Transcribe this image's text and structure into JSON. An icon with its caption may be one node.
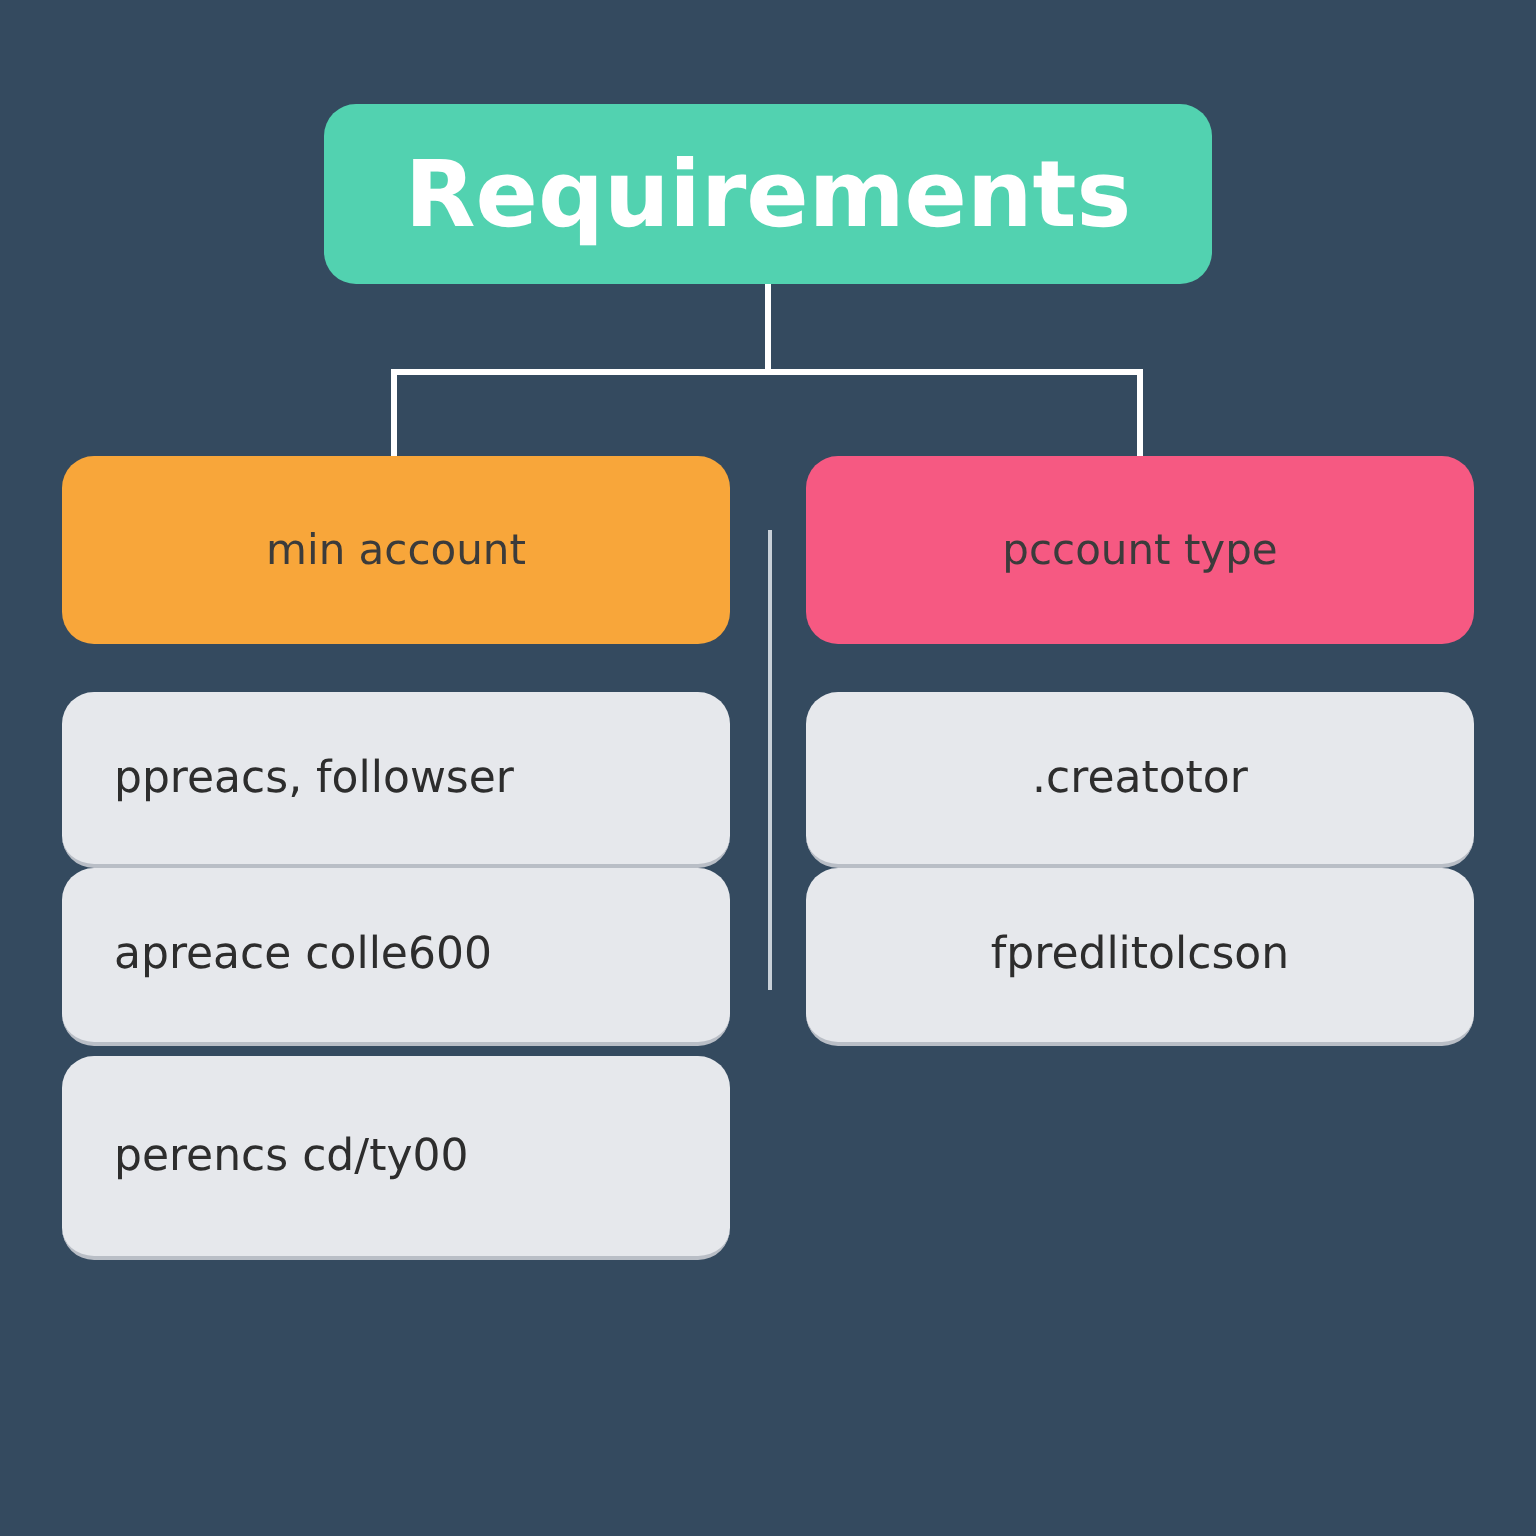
{
  "diagram": {
    "nodes": [
      {
        "text": [
          "Requirements"
        ]
      },
      {
        "text": [
          "min account"
        ]
      },
      {
        "text": [
          "pccount type"
        ]
      },
      {
        "text": [
          "ppreacs, followser"
        ]
      },
      {
        "text": [
          "apreace colle600"
        ]
      },
      {
        "text": [
          "perencs cd/ty00"
        ]
      },
      {
        "text": [
          ".creatotor"
        ]
      },
      {
        "text": [
          "fpredlitolcson"
        ]
      }
    ],
    "edges": [
      {
        "from": 0,
        "to": 1,
        "arrow": "none"
      },
      {
        "from": 0,
        "to": 2,
        "arrow": "none"
      }
    ]
  }
}
